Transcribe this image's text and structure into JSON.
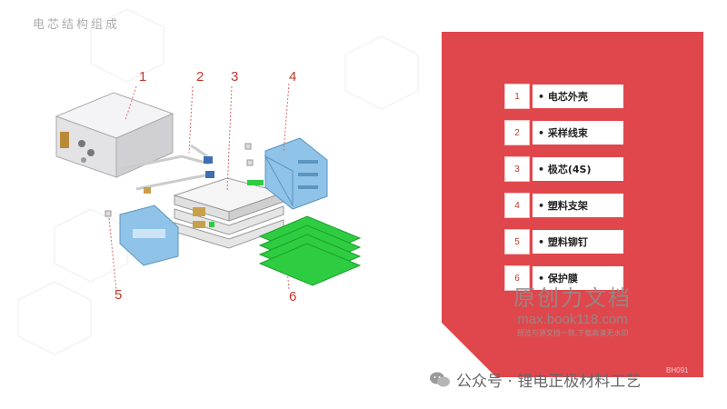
{
  "top_banner": "电芯结构组成",
  "callouts": [
    "1",
    "2",
    "3",
    "4",
    "5",
    "6"
  ],
  "legend": [
    {
      "num": "1",
      "label": "• 电芯外壳"
    },
    {
      "num": "2",
      "label": "• 采样线束"
    },
    {
      "num": "3",
      "label": "• 极芯(4S)"
    },
    {
      "num": "4",
      "label": "• 塑料支架"
    },
    {
      "num": "5",
      "label": "• 塑料铆钉"
    },
    {
      "num": "6",
      "label": "• 保护膜"
    }
  ],
  "watermark": {
    "title": "原创力文档",
    "url": "max.book118.com",
    "sub": "预览与源文档一致,下载高清无水印"
  },
  "footer": {
    "text": "公众号 · 锂电正极材料工艺",
    "tag": "BH091"
  },
  "colors": {
    "panel": "#e0474c",
    "callout": "#c0392b",
    "bracket": "#8fc3e8",
    "film": "#2ecc40"
  }
}
